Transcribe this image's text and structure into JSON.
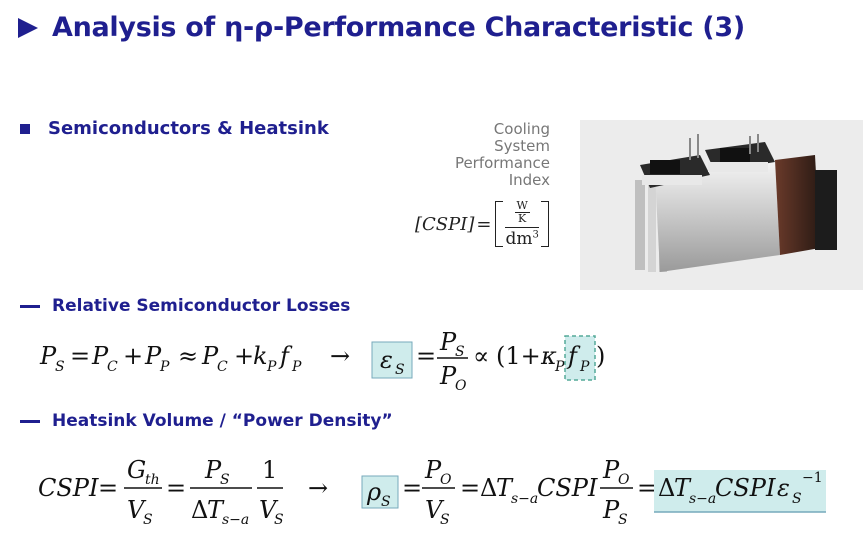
{
  "slide": {
    "title": "Analysis of η-ρ-Performance Characteristic (3)"
  },
  "section": {
    "bullet": "Semiconductors & Heatsink"
  },
  "cooling_label": {
    "line1": "Cooling",
    "line2": "System",
    "line3": "Performance",
    "line4": "Index"
  },
  "csp_formula": {
    "lhs": "[CSPI]",
    "equals": "=",
    "unit_num": "W",
    "unit_den": "K",
    "volume": "dm",
    "exp": "3"
  },
  "subsections": {
    "losses": "Relative Semiconductor Losses",
    "heatsink": "Heatsink Volume / “Power Density”"
  },
  "colors": {
    "heading": "#1f1f8f",
    "highlight": "#cfecec"
  }
}
